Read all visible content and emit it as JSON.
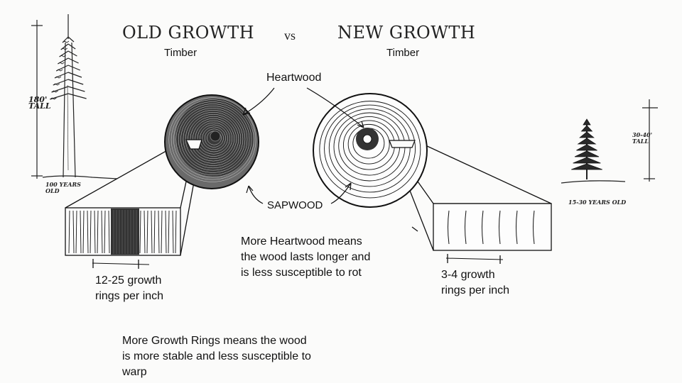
{
  "header": {
    "old_title": "OLD GROWTH",
    "vs": "vs",
    "new_title": "NEW GROWTH",
    "old_sub": "Timber",
    "new_sub": "Timber"
  },
  "labels": {
    "heartwood": "Heartwood",
    "sapwood": "SAPWOOD",
    "heartwood_note_1": "More Heartwood means",
    "heartwood_note_2": "the wood lasts longer and",
    "heartwood_note_3": "is less susceptible to rot",
    "old_rings_1": "12-25 growth",
    "old_rings_2": "rings per inch",
    "new_rings_1": "3-4 growth",
    "new_rings_2": "rings per inch",
    "rings_note_1": "More Growth Rings means the wood",
    "rings_note_2": "is more stable and less susceptible to",
    "rings_note_3": "warp"
  },
  "handwritten": {
    "old_height_1": "180'",
    "old_height_2": "TALL",
    "old_age_1": "100 YEARS",
    "old_age_2": "OLD",
    "new_height_1": "30-40'",
    "new_height_2": "TALL",
    "new_age": "15-30 YEARS OLD"
  }
}
